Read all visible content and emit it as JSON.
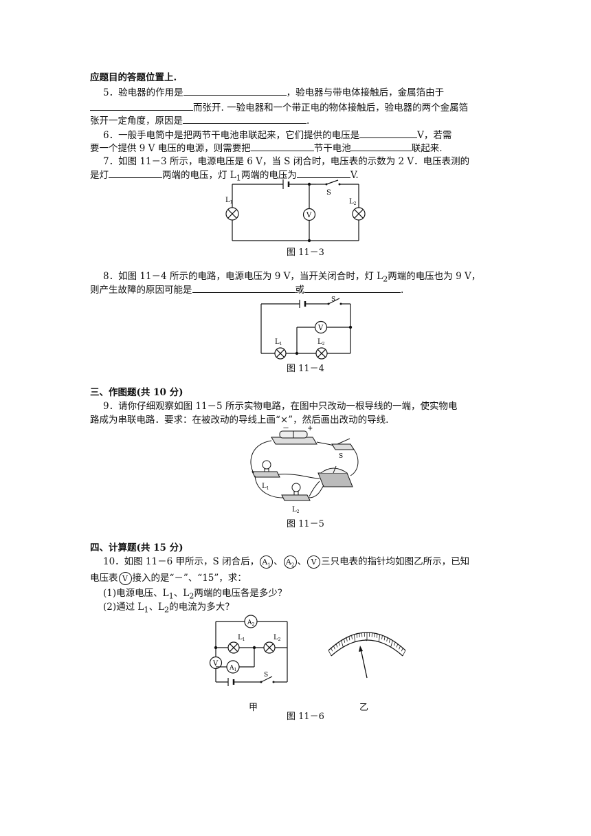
{
  "top_line": "应题目的答题位置上.",
  "q5": {
    "a": "5．验电器的作用是",
    "b": "，验电器与带电体接触后，金属箔由于",
    "c": "而张开. 一验电器和一个带正电的物体接触后，验电器的两个金属箔",
    "d": "张开一定角度，原因是",
    "e": "."
  },
  "q6": {
    "a": "6．一般手电筒中是把两节干电池串联起来，它们提供的电压是",
    "b": "V，若需",
    "c": "要一个提供 9 V 电压的电源，则需要把",
    "d": "节干电池",
    "e": "联起来."
  },
  "q7": {
    "a": "7．如图 11－3 所示，电源电压是 6 V，当 S 闭合时，电压表的示数为 2 V．电压表测的",
    "b": "是灯",
    "c": "两端的电压，灯 L",
    "c_sub": "1",
    "d": "两端的电压为",
    "e": "V."
  },
  "fig3": {
    "caption": "图 11－3",
    "l1": "L",
    "l1_sub": "1",
    "l2": "L",
    "l2_sub": "2",
    "s": "S",
    "v": "V"
  },
  "q8": {
    "a": "8．如图 11－4 所示的电路，电源电压为 9 V，当开关闭合时，灯 L",
    "a_sub": "2",
    "a2": "两端的电压也为 9 V，",
    "b": "则产生故障的原因可能是",
    "c": "或",
    "d": "."
  },
  "fig4": {
    "caption": "图 11－4",
    "l1": "L",
    "l1_sub": "1",
    "l2": "L",
    "l2_sub": "2",
    "s": "S",
    "v": "V"
  },
  "section3": {
    "title": "三、作图题(共 10 分)"
  },
  "q9": {
    "a": "9．请你仔细观察如图 11－5 所示实物电路，在图中只改动一根导线的一端，使实物电",
    "b": "路成为串联电路．要求：在被改动的导线上画“×”，然后画出改动的导线."
  },
  "fig5": {
    "caption": "图 11－5",
    "s": "S",
    "l1": "L",
    "l1_sub": "1",
    "l2": "L",
    "l2_sub": "2",
    "minus": "－",
    "plus": "+"
  },
  "section4": {
    "title": "四、计算题(共 15 分)"
  },
  "q10": {
    "a": "10．如图 11－6 甲所示，S 闭合后，",
    "sep1": "、",
    "sep2": "、",
    "a2": "三只电表的指针均如图乙所示，已知",
    "b": "电压表",
    "b2": "接入的是“－”、“15”，求：",
    "p1": "(1)电源电压、L",
    "p1_sub1": "1",
    "p1b": "、L",
    "p1_sub2": "2",
    "p1c": "两端的电压各是多少？",
    "p2": "(2)通过 L",
    "p2_sub1": "1",
    "p2b": "、L",
    "p2_sub2": "2",
    "p2c": "的电流为多大？",
    "meter_a": "A",
    "meter_a1_sub": "1",
    "meter_a2_sub": "2",
    "meter_v": "V"
  },
  "fig6": {
    "caption": "图 11－6",
    "jia": "甲",
    "yi": "乙",
    "a2": "A",
    "a2_sub": "2",
    "a1": "A",
    "a1_sub": "1",
    "l1": "L",
    "l1_sub": "1",
    "l2": "L",
    "l2_sub": "2",
    "v": "V",
    "s": "S"
  }
}
